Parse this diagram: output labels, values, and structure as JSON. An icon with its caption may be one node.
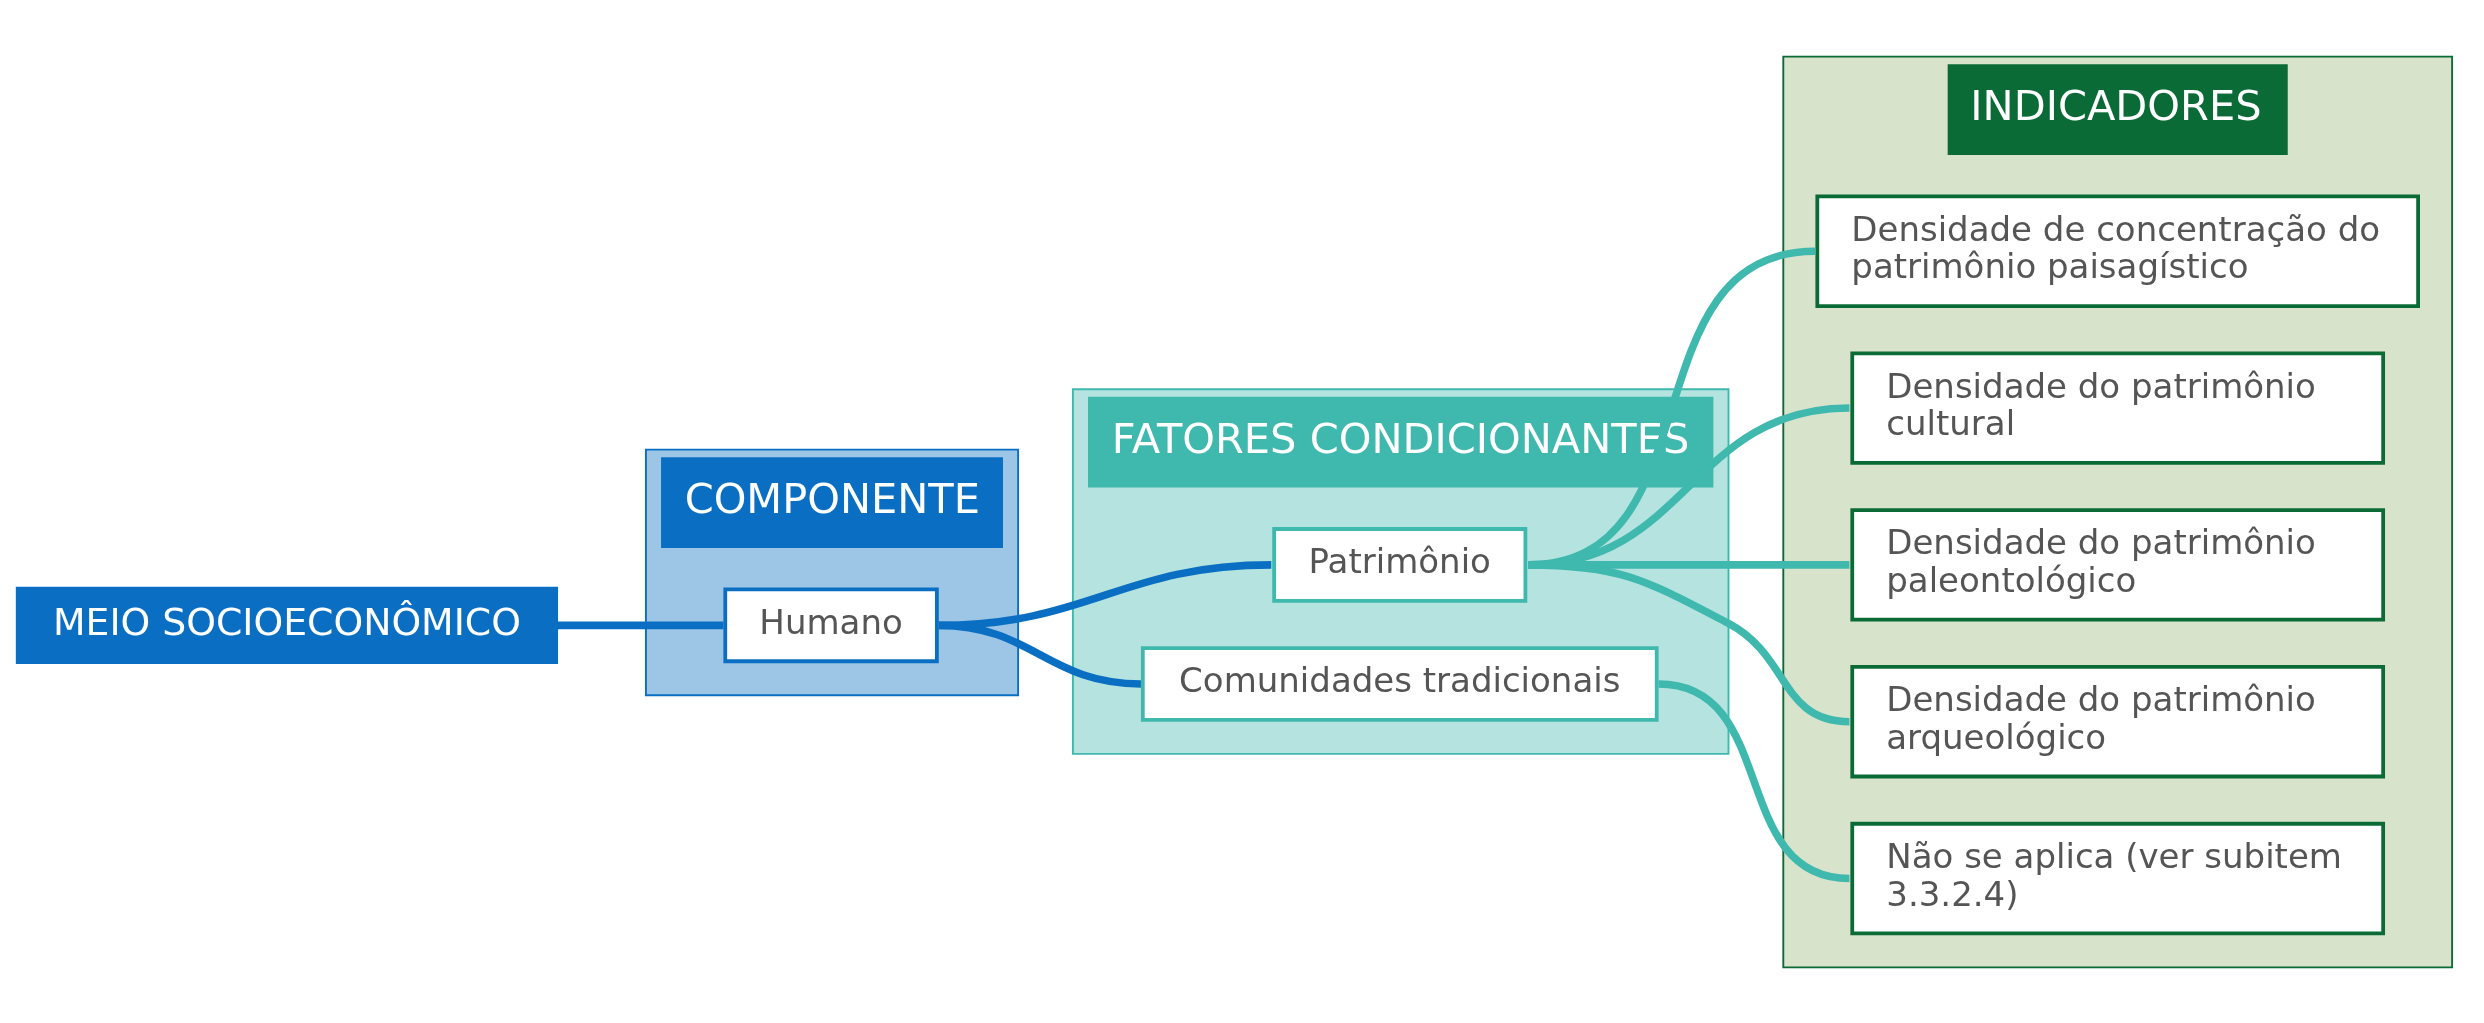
{
  "diagram": {
    "nodes": [
      {
        "text": [
          "MEIO SOCIOECONÔMICO"
        ]
      },
      {
        "text": [
          "COMPONENTE"
        ]
      },
      {
        "text": [
          "Humano"
        ],
        "in": 1
      },
      {
        "text": [
          "FATORES CONDICIONANTES"
        ]
      },
      {
        "text": [
          "Patrimônio"
        ],
        "in": 3
      },
      {
        "text": [
          "Comunidades tradicionais"
        ],
        "in": 3
      },
      {
        "text": [
          "INDICADORES"
        ]
      },
      {
        "text": [
          "Densidade de concentração do patrimônio paisagístico"
        ],
        "in": 6
      },
      {
        "text": [
          "Densidade do patrimônio cultural"
        ],
        "in": 6
      },
      {
        "text": [
          "Densidade do patrimônio paleontológico"
        ],
        "in": 6
      },
      {
        "text": [
          "Densidade do patrimônio arqueológico"
        ],
        "in": 6
      },
      {
        "text": [
          "Não se aplica (ver subitem 3.3.2.4)"
        ],
        "in": 6
      }
    ],
    "edges": [
      {
        "from": 0,
        "to": 2,
        "arrow": "none",
        "color": "#0a6fc2"
      },
      {
        "from": 2,
        "to": 4,
        "arrow": "none",
        "color": "#0a6fc2"
      },
      {
        "from": 2,
        "to": 5,
        "arrow": "none",
        "color": "#0a6fc2"
      },
      {
        "from": 4,
        "to": 7,
        "arrow": "none"
      },
      {
        "from": 4,
        "to": 8,
        "arrow": "none"
      },
      {
        "from": 4,
        "to": 9,
        "arrow": "none"
      },
      {
        "from": 4,
        "to": 10,
        "arrow": "none"
      },
      {
        "from": 5,
        "to": 11,
        "arrow": "none"
      }
    ]
  }
}
